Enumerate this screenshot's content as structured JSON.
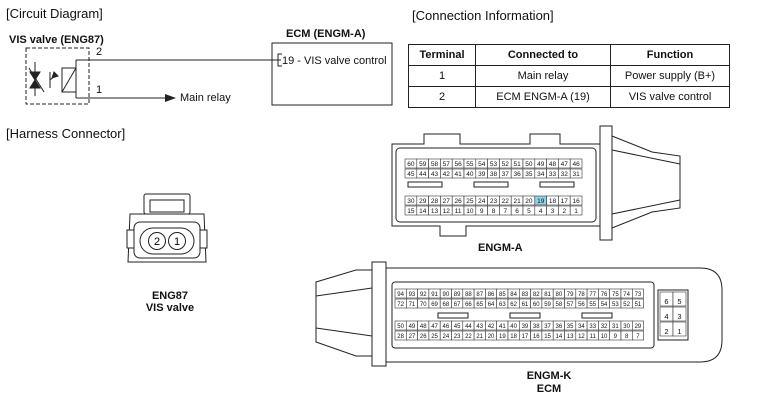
{
  "headings": {
    "circuit": "[Circuit Diagram]",
    "connection": "[Connection Information]",
    "harness": "[Harness Connector]"
  },
  "circuit": {
    "component_title": "VIS valve (ENG87)",
    "ecm_title": "ECM (ENGM-A)",
    "ecm_pin_label": "19 - VIS valve control",
    "pin2": "2",
    "pin1": "1",
    "main_relay": "Main relay"
  },
  "connection_table": {
    "headers": [
      "Terminal",
      "Connected to",
      "Function"
    ],
    "rows": [
      [
        "1",
        "Main relay",
        "Power supply (B+)"
      ],
      [
        "2",
        "ECM ENGM-A (19)",
        "VIS valve control"
      ]
    ]
  },
  "eng87": {
    "pins": [
      "2",
      "1"
    ],
    "label_line1": "ENG87",
    "label_line2": "VIS valve"
  },
  "engm_a": {
    "label": "ENGM-A",
    "highlight_pin": "19",
    "highlight_color": "#8fd3e8",
    "rows": [
      [
        "60",
        "59",
        "58",
        "57",
        "56",
        "55",
        "54",
        "53",
        "52",
        "51",
        "50",
        "49",
        "48",
        "47",
        "46"
      ],
      [
        "45",
        "44",
        "43",
        "42",
        "41",
        "40",
        "39",
        "38",
        "37",
        "36",
        "35",
        "34",
        "33",
        "32",
        "31"
      ],
      [
        "30",
        "29",
        "28",
        "27",
        "26",
        "25",
        "24",
        "23",
        "22",
        "21",
        "20",
        "19",
        "18",
        "17",
        "16"
      ],
      [
        "15",
        "14",
        "13",
        "12",
        "11",
        "10",
        "9",
        "8",
        "7",
        "6",
        "5",
        "4",
        "3",
        "2",
        "1"
      ]
    ]
  },
  "engm_k": {
    "label_line1": "ENGM-K",
    "label_line2": "ECM",
    "rows": [
      [
        "94",
        "93",
        "92",
        "91",
        "90",
        "89",
        "88",
        "87",
        "86",
        "85",
        "84",
        "83",
        "82",
        "81",
        "80",
        "79",
        "78",
        "77",
        "76",
        "75",
        "74",
        "73"
      ],
      [
        "72",
        "71",
        "70",
        "69",
        "68",
        "67",
        "66",
        "65",
        "64",
        "63",
        "62",
        "61",
        "60",
        "59",
        "58",
        "57",
        "56",
        "55",
        "54",
        "53",
        "52",
        "51"
      ],
      [
        "50",
        "49",
        "48",
        "47",
        "46",
        "45",
        "44",
        "43",
        "42",
        "41",
        "40",
        "39",
        "38",
        "37",
        "36",
        "35",
        "34",
        "33",
        "32",
        "31",
        "30",
        "29"
      ],
      [
        "28",
        "27",
        "26",
        "25",
        "24",
        "23",
        "22",
        "21",
        "20",
        "19",
        "18",
        "17",
        "16",
        "15",
        "14",
        "13",
        "12",
        "11",
        "10",
        "9",
        "8",
        "7"
      ]
    ],
    "side_pins": [
      [
        "6",
        "5"
      ],
      [
        "4",
        "3"
      ],
      [
        "2",
        "1"
      ]
    ]
  }
}
